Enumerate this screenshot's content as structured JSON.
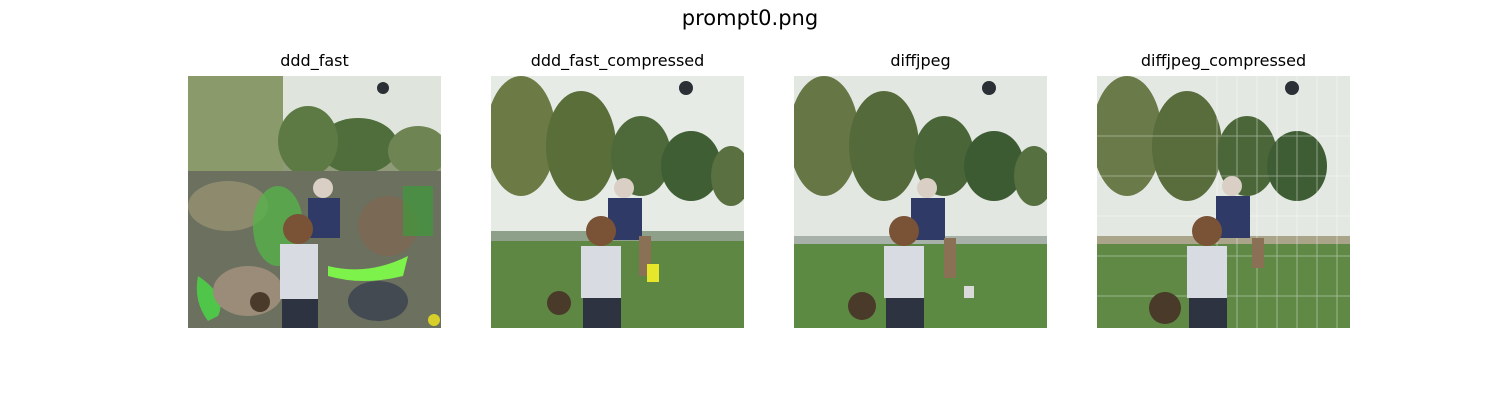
{
  "figure": {
    "title": "prompt0.png"
  },
  "panels": [
    {
      "title": "ddd_fast",
      "image": "heavily-artifacted-photo-boy-and-man-playing-catch"
    },
    {
      "title": "ddd_fast_compressed",
      "image": "photo-boy-with-glove-and-man-playing-catch-in-park"
    },
    {
      "title": "diffjpeg",
      "image": "photo-boy-with-glove-and-man-playing-catch-in-park"
    },
    {
      "title": "diffjpeg_compressed",
      "image": "photo-boy-and-man-with-grid-artifacts"
    }
  ]
}
